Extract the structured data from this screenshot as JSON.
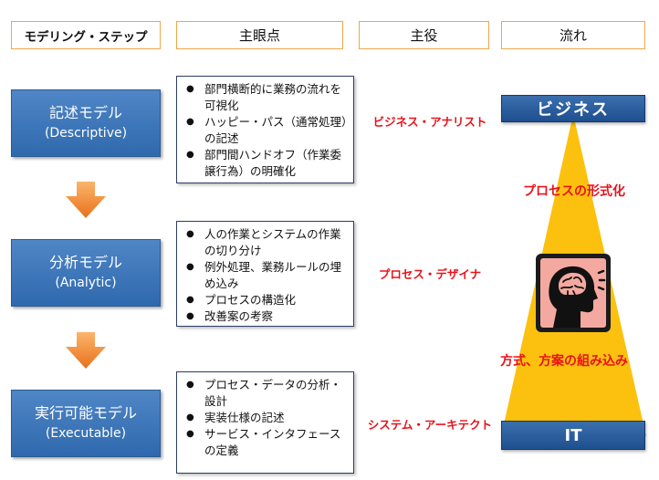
{
  "headers": {
    "modeling_step": "モデリング・ステップ",
    "focus": "主眼点",
    "lead_role": "主役",
    "flow": "流れ"
  },
  "models": [
    {
      "name": "記述モデル",
      "english": "(Descriptive)",
      "bullets": [
        "部門横断的に業務の流れを可視化",
        "ハッピー・パス（通常処理）の記述",
        "部門間ハンドオフ（作業委譲行為）の明確化"
      ],
      "role": "ビジネス・アナリスト"
    },
    {
      "name": "分析モデル",
      "english": "(Analytic)",
      "bullets": [
        "人の作業とシステムの作業の切り分け",
        "例外処理、業務ルールの埋め込み",
        "プロセスの構造化",
        "改善案の考察"
      ],
      "role": "プロセス・デザイナ"
    },
    {
      "name": "実行可能モデル",
      "english": "(Executable)",
      "bullets": [
        "プロセス・データの分析・設計",
        "実装仕様の記述",
        "サービス・インタフェースの定義"
      ],
      "role": "システム・アーキテクト"
    }
  ],
  "flow": {
    "top_label": "ビジネス",
    "bottom_label": "IT",
    "upper_text": "プロセスの形式化",
    "lower_text": "方式、方案の組み込み",
    "icon": "thinking-head-icon",
    "colors": {
      "triangle": "#fcc10e",
      "bar": "#2c5f9e",
      "model": "#3d77bb",
      "highlight": "#e8121b",
      "icon_bg": "#f4a9a0"
    }
  }
}
